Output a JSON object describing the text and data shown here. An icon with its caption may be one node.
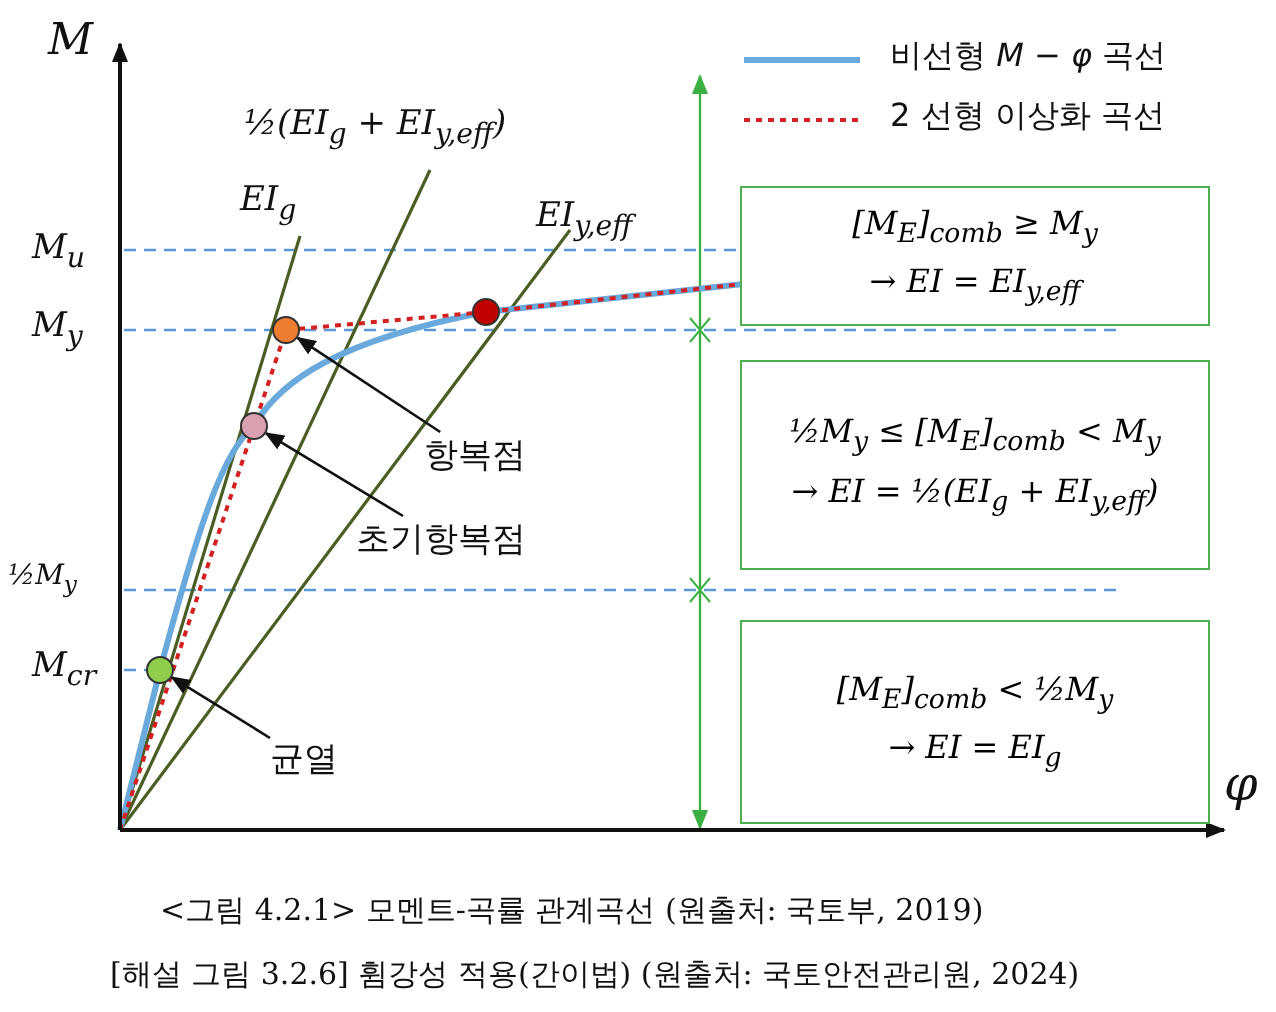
{
  "diagram": {
    "caption": "<그림 4.2.1> 모멘트-곡률 관계곡선 (원출처: 국토부, 2019)",
    "nodes": [
      {
        "text": [
          "[M$_{E}$]$_{comb}$ ≥ M$_{y}$",
          "→ EI = EI$_{y,eff}$"
        ]
      },
      {
        "text": [
          "½M$_{y}$ ≤ [M$_{E}$]$_{comb}$ < M$_{y}$",
          "→ EI = ½(EI$_{g}$ + EI$_{y,eff}$)"
        ]
      },
      {
        "text": [
          "[M$_{E}$]$_{comb}$ < ½M$_{y}$",
          "→ EI = EI$_{g}$"
        ]
      },
      {
        "text": [],
        "shape": "circle"
      },
      {
        "text": [],
        "shape": "circle"
      },
      {
        "text": [],
        "shape": "circle"
      },
      {
        "text": [
          "항복점"
        ]
      },
      {
        "text": [
          "초기항복점"
        ]
      },
      {
        "text": [
          "균열"
        ]
      }
    ],
    "edges": [
      {
        "from": 6,
        "to": 3,
        "arrow": "to"
      },
      {
        "from": 7,
        "to": 4,
        "arrow": "to"
      },
      {
        "from": 8,
        "to": 5,
        "arrow": "to"
      }
    ],
    "labels": [
      "M",
      "φ",
      "M$_{u}$",
      "M$_{y}$",
      "½M$_{y}$",
      "M$_{cr}$",
      "EI$_{g}$",
      "½(EI$_{g}$ + EI$_{y,eff}$)",
      "EI$_{y,eff}$",
      "[해설 그림 3.2.6] 휨강성 적용(간이법) (원출처: 국토안전관리원, 2024)"
    ],
    "legend": [
      {
        "text": "비선형 *M − φ* 곡선"
      },
      {
        "text": "2 선형 이상화 곡선"
      }
    ]
  }
}
